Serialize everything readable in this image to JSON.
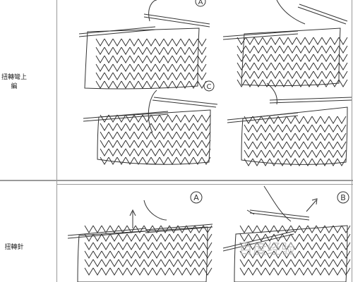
{
  "rows": [
    {
      "label": "扭轉彎上編",
      "figures": [
        {
          "marker": "A"
        },
        {
          "marker": ""
        },
        {
          "marker": "C"
        },
        {
          "marker": ""
        }
      ]
    },
    {
      "label": "扭轉針",
      "figures": [
        {
          "marker": "A"
        },
        {
          "marker": "B"
        }
      ]
    }
  ],
  "watermark": "百度经验",
  "colors": {
    "line": "#333333",
    "divider": "#9a9a9a",
    "background": "#ffffff"
  }
}
